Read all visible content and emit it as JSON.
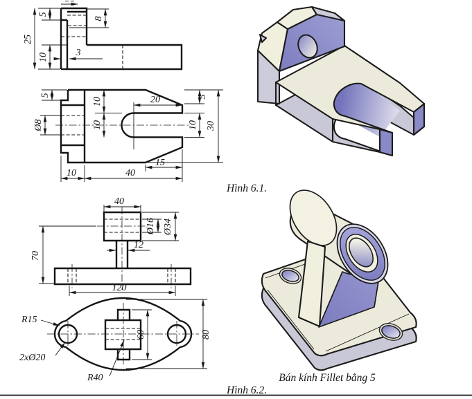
{
  "captions": {
    "figure1": "Hình 6.1.",
    "figure2": "Hình 6.2.",
    "fillet_note": "Bán kính Fillet bằng 5"
  },
  "colors": {
    "part_cream": "#eceadb",
    "part_purple": "#8a8ac9",
    "part_lavender": "#c9c8d6",
    "outline": "#1c1c1c",
    "background": "#ffffff"
  },
  "dims": {
    "v1_25": "25",
    "v1_5": "5",
    "v1_8": "8",
    "v1_10": "10",
    "v1_3": "3",
    "v2_5l": "5",
    "v2_d8": "Ø8",
    "v2_10a": "10",
    "v2_10b": "10",
    "v2_20": "20",
    "v2_5r": "5",
    "v2_10r": "10",
    "v2_30": "30",
    "v2_15": "15",
    "v2_40": "40",
    "v2_10c": "10",
    "v3_40": "40",
    "v3_d16": "Ø16",
    "v3_d34": "Ø34",
    "v3_12": "12",
    "v3_70": "70",
    "v3_120": "120",
    "v4_r15": "R15",
    "v4_2d20": "2xØ20",
    "v4_r40": "R40",
    "v4_60": "60",
    "v4_80": "80"
  }
}
